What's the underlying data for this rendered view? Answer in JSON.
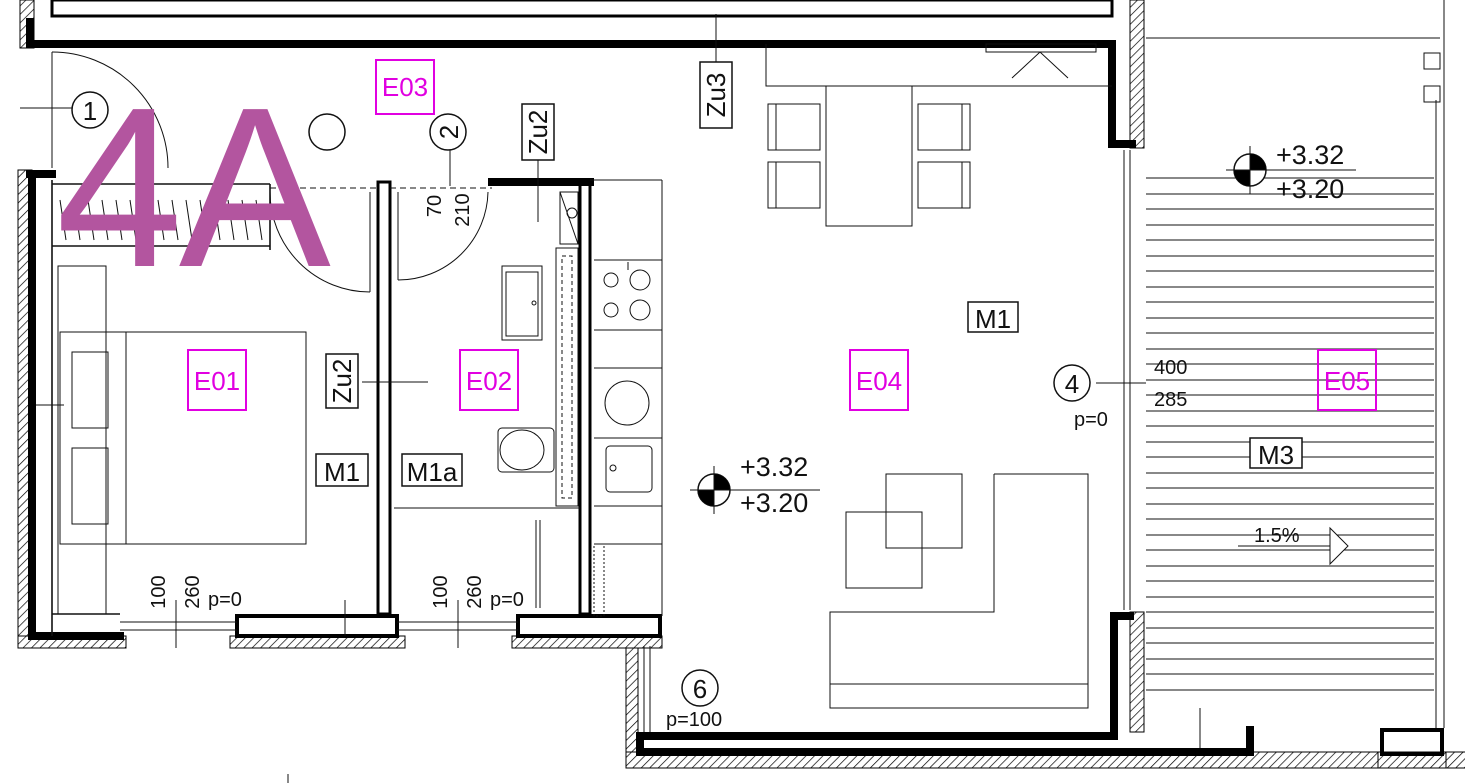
{
  "unit_label": "4A",
  "colors": {
    "unit_label": "#b3559f",
    "zone_code": "#e100e1",
    "line": "#111111"
  },
  "zones": [
    {
      "code": "E01"
    },
    {
      "code": "E02"
    },
    {
      "code": "E03"
    },
    {
      "code": "E04"
    },
    {
      "code": "E05"
    }
  ],
  "materials": {
    "m1_bedroom": "M1",
    "m1a_bath": "M1a",
    "m1_living": "M1",
    "m3_terrace": "M3"
  },
  "doors": {
    "zu2_bedroom": "Zu2",
    "zu2_bath": "Zu2",
    "zu3": "Zu3"
  },
  "markers": [
    "1",
    "2",
    "4",
    "6"
  ],
  "door_dims": {
    "width": "70",
    "height": "210"
  },
  "windows": {
    "bedroom": {
      "sill": "100",
      "height": "260",
      "parapet": "p=0"
    },
    "bath": {
      "sill": "100",
      "height": "260",
      "parapet": "p=0"
    },
    "terrace_door": {
      "width": "400",
      "height": "285",
      "parapet": "p=0"
    },
    "corner_window": {
      "parapet": "p=100"
    }
  },
  "elevations": {
    "living": {
      "top": "+3.32",
      "bottom": "+3.20"
    },
    "terrace": {
      "top": "+3.32",
      "bottom": "+3.20"
    }
  },
  "slope": "1.5%"
}
